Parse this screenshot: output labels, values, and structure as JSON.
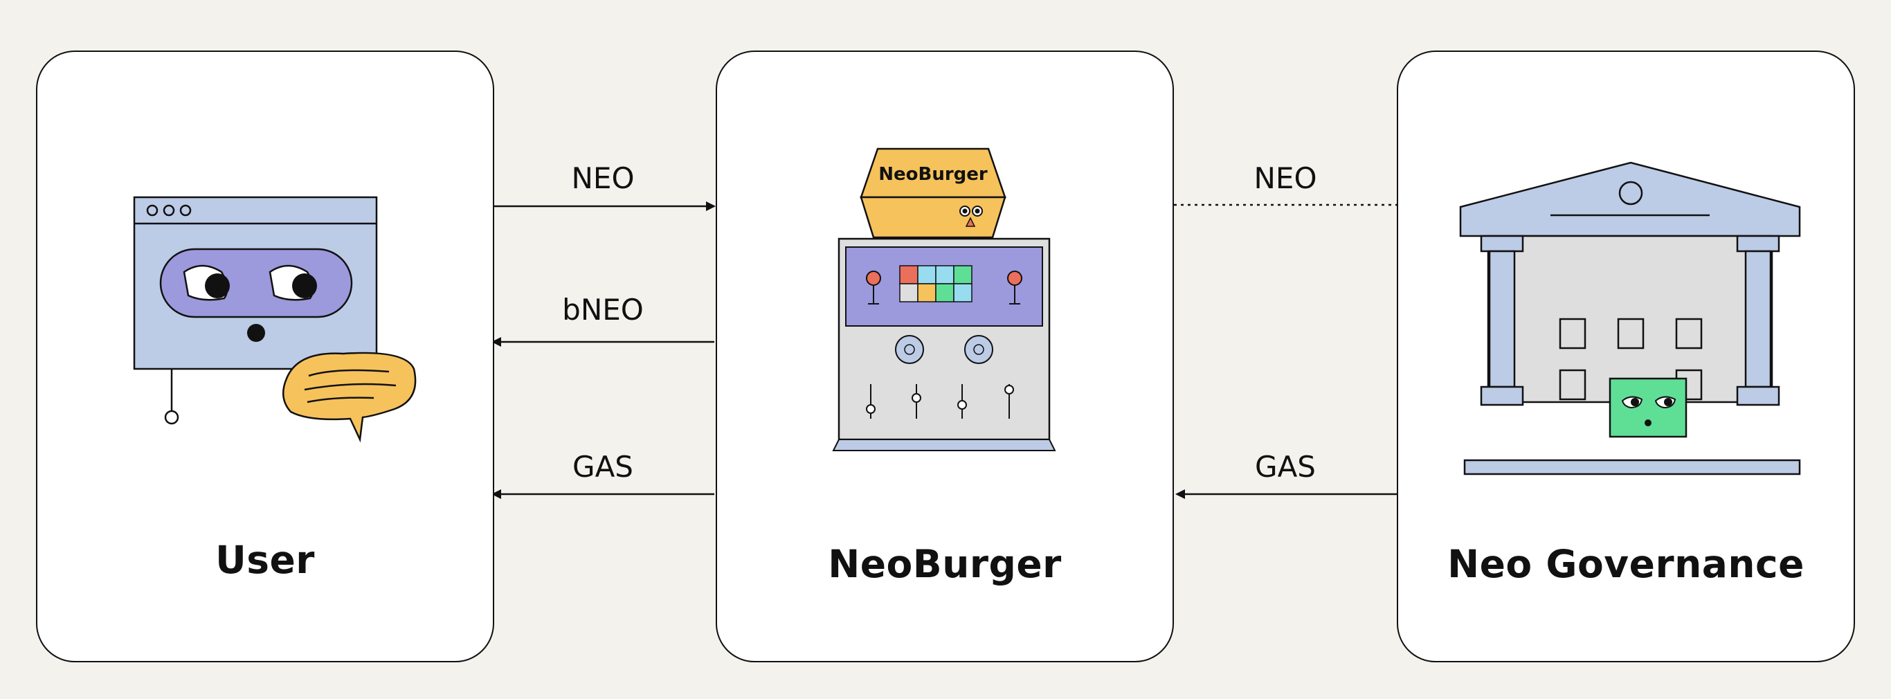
{
  "nodes": {
    "user": {
      "title": "User"
    },
    "neoburger": {
      "title": "NeoBurger",
      "machine_sign": "NeoBurger"
    },
    "governance": {
      "title": "Neo Governance"
    }
  },
  "edges": [
    {
      "from": "User",
      "to": "NeoBurger",
      "label": "NEO",
      "style": "solid"
    },
    {
      "from": "NeoBurger",
      "to": "User",
      "label": "bNEO",
      "style": "solid"
    },
    {
      "from": "NeoBurger",
      "to": "User",
      "label": "GAS",
      "style": "solid"
    },
    {
      "from": "NeoBurger",
      "to": "Neo Governance",
      "label": "NEO",
      "style": "dotted"
    },
    {
      "from": "Neo Governance",
      "to": "NeoBurger",
      "label": "GAS",
      "style": "solid"
    }
  ],
  "colors": {
    "background": "#f4f2ec",
    "card": "#ffffff",
    "outline": "#111111",
    "lavender": "#bccbe6",
    "purple": "#9c99dc",
    "yellow": "#f6c25c",
    "green": "#5fdf96",
    "grey": "#dedede",
    "red": "#ec6f5b",
    "cyan": "#98dcf0"
  }
}
